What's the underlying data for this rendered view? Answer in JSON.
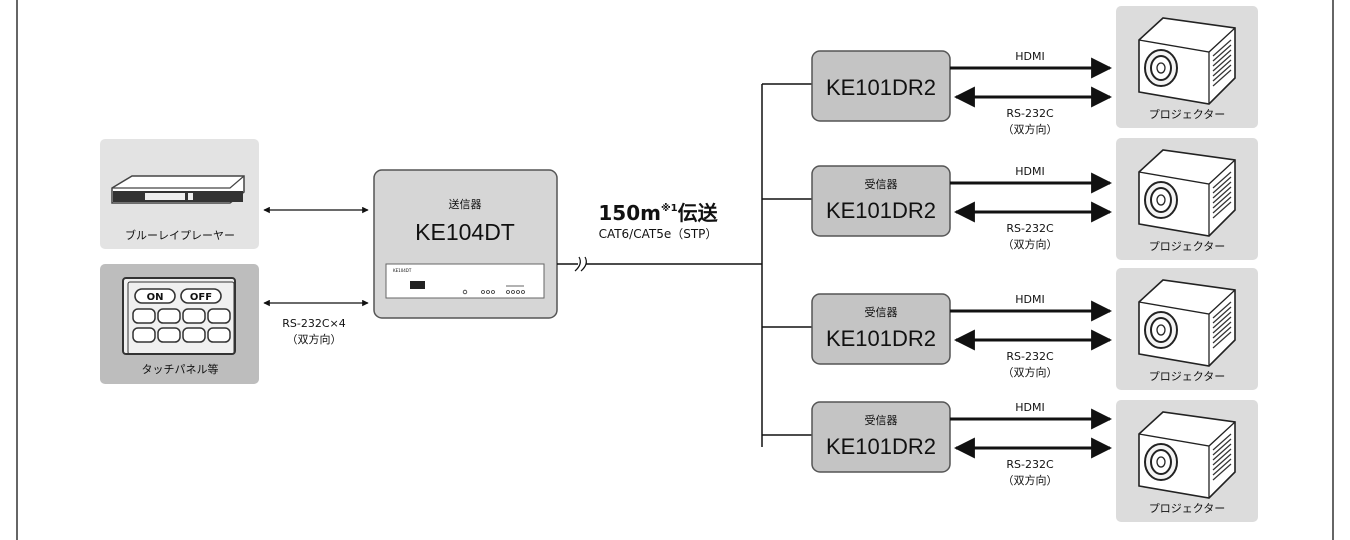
{
  "sources": [
    {
      "label": "ブルーレイプレーヤー",
      "icon": "bluray-player-icon",
      "bg": "#e3e3e3"
    },
    {
      "label": "タッチパネル等",
      "icon": "touch-panel-icon",
      "bg": "#bdbdbd",
      "buttons": [
        "ON",
        "OFF"
      ]
    }
  ],
  "source_link_label": "RS-232C×4",
  "source_link_sub": "（双方向）",
  "transmitter": {
    "sub": "送信器",
    "model": "KE104DT",
    "front_label": "KE104DT",
    "bg": "#d6d6d6"
  },
  "link": {
    "title_main": "150m",
    "title_note": "※1",
    "title_end": "伝送",
    "cable": "CAT6/CAT5e（STP）"
  },
  "receivers": [
    {
      "sub": "",
      "model": "KE101DR2"
    },
    {
      "sub": "受信器",
      "model": "KE101DR2"
    },
    {
      "sub": "受信器",
      "model": "KE101DR2"
    },
    {
      "sub": "受信器",
      "model": "KE101DR2"
    }
  ],
  "receiver_links": {
    "hdmi": "HDMI",
    "serial": "RS-232C",
    "serial_sub": "（双方向）"
  },
  "projector": {
    "label": "プロジェクター",
    "icon": "projector-icon",
    "bg": "#dcdcdc"
  },
  "colors": {
    "box": "#c4c4c4",
    "line": "#111111"
  }
}
